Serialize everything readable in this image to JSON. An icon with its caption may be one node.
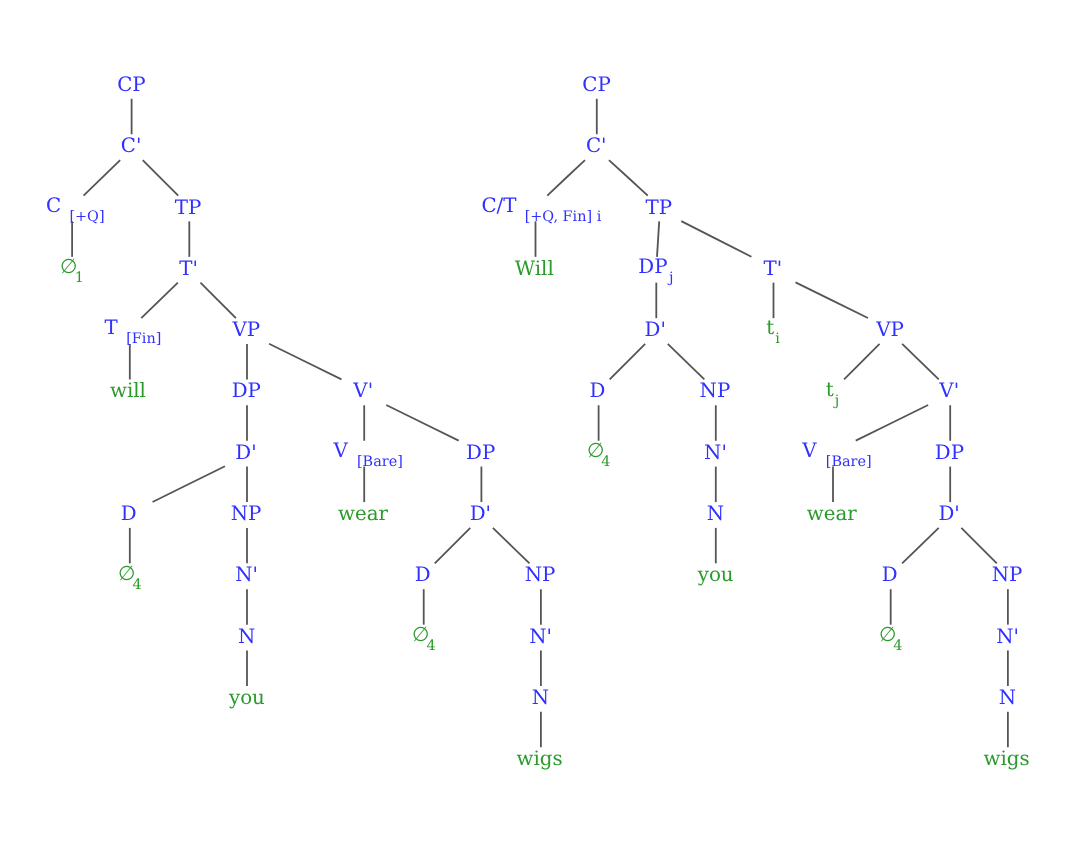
{
  "diagram": {
    "nodes": [
      {
        "text": [
          "CP"
        ]
      },
      {
        "text": [
          "C'"
        ]
      },
      {
        "text": [
          "C $_{[+Q]}$"
        ]
      },
      {
        "text": [
          "∅$_{1}$"
        ]
      },
      {
        "text": [
          "TP"
        ]
      },
      {
        "text": [
          "T'"
        ]
      },
      {
        "text": [
          "T $_{[Fin]}$"
        ]
      },
      {
        "text": [
          "will"
        ]
      },
      {
        "text": [
          "VP"
        ]
      },
      {
        "text": [
          "DP"
        ]
      },
      {
        "text": [
          "D'"
        ]
      },
      {
        "text": [
          "D"
        ]
      },
      {
        "text": [
          "∅$_{4}$"
        ]
      },
      {
        "text": [
          "NP"
        ]
      },
      {
        "text": [
          "N'"
        ]
      },
      {
        "text": [
          "N"
        ]
      },
      {
        "text": [
          "you"
        ]
      },
      {
        "text": [
          "V'"
        ]
      },
      {
        "text": [
          "V $_{[Bare]}$"
        ]
      },
      {
        "text": [
          "wear"
        ]
      },
      {
        "text": [
          "DP"
        ]
      },
      {
        "text": [
          "D'"
        ]
      },
      {
        "text": [
          "D"
        ]
      },
      {
        "text": [
          "∅$_{4}$"
        ]
      },
      {
        "text": [
          "NP"
        ]
      },
      {
        "text": [
          "N'"
        ]
      },
      {
        "text": [
          "N"
        ]
      },
      {
        "text": [
          "wigs"
        ]
      },
      {
        "text": [
          "CP"
        ]
      },
      {
        "text": [
          "C'"
        ]
      },
      {
        "text": [
          "C/T $_{[+Q, Fin] i}$"
        ]
      },
      {
        "text": [
          "Will"
        ]
      },
      {
        "text": [
          "TP"
        ]
      },
      {
        "text": [
          "DP$_{j}$"
        ]
      },
      {
        "text": [
          "D'"
        ]
      },
      {
        "text": [
          "D"
        ]
      },
      {
        "text": [
          "∅$_{4}$"
        ]
      },
      {
        "text": [
          "NP"
        ]
      },
      {
        "text": [
          "N'"
        ]
      },
      {
        "text": [
          "N"
        ]
      },
      {
        "text": [
          "you"
        ]
      },
      {
        "text": [
          "T'"
        ]
      },
      {
        "text": [
          "t$_{i}$"
        ]
      },
      {
        "text": [
          "VP"
        ]
      },
      {
        "text": [
          "t$_{j}$"
        ]
      },
      {
        "text": [
          "V'"
        ]
      },
      {
        "text": [
          "V $_{[Bare]}$"
        ]
      },
      {
        "text": [
          "wear"
        ]
      },
      {
        "text": [
          "DP"
        ]
      },
      {
        "text": [
          "D'"
        ]
      },
      {
        "text": [
          "D"
        ]
      },
      {
        "text": [
          "∅$_{4}$"
        ]
      },
      {
        "text": [
          "NP"
        ]
      },
      {
        "text": [
          "N'"
        ]
      },
      {
        "text": [
          "N"
        ]
      },
      {
        "text": [
          "wigs"
        ]
      }
    ],
    "edges": [
      {
        "from": 0,
        "to": 1,
        "arrow": "none"
      },
      {
        "from": 1,
        "to": 2,
        "arrow": "none"
      },
      {
        "from": 1,
        "to": 4,
        "arrow": "none"
      },
      {
        "from": 2,
        "to": 3,
        "arrow": "none"
      },
      {
        "from": 4,
        "to": 5,
        "arrow": "none"
      },
      {
        "from": 5,
        "to": 6,
        "arrow": "none"
      },
      {
        "from": 5,
        "to": 8,
        "arrow": "none"
      },
      {
        "from": 6,
        "to": 7,
        "arrow": "none"
      },
      {
        "from": 8,
        "to": 9,
        "arrow": "none"
      },
      {
        "from": 8,
        "to": 17,
        "arrow": "none"
      },
      {
        "from": 9,
        "to": 10,
        "arrow": "none"
      },
      {
        "from": 10,
        "to": 11,
        "arrow": "none"
      },
      {
        "from": 10,
        "to": 13,
        "arrow": "none"
      },
      {
        "from": 11,
        "to": 12,
        "arrow": "none"
      },
      {
        "from": 13,
        "to": 14,
        "arrow": "none"
      },
      {
        "from": 14,
        "to": 15,
        "arrow": "none"
      },
      {
        "from": 15,
        "to": 16,
        "arrow": "none"
      },
      {
        "from": 17,
        "to": 18,
        "arrow": "none"
      },
      {
        "from": 17,
        "to": 20,
        "arrow": "none"
      },
      {
        "from": 18,
        "to": 19,
        "arrow": "none"
      },
      {
        "from": 20,
        "to": 21,
        "arrow": "none"
      },
      {
        "from": 21,
        "to": 22,
        "arrow": "none"
      },
      {
        "from": 21,
        "to": 24,
        "arrow": "none"
      },
      {
        "from": 22,
        "to": 23,
        "arrow": "none"
      },
      {
        "from": 24,
        "to": 25,
        "arrow": "none"
      },
      {
        "from": 25,
        "to": 26,
        "arrow": "none"
      },
      {
        "from": 26,
        "to": 27,
        "arrow": "none"
      },
      {
        "from": 28,
        "to": 29,
        "arrow": "none"
      },
      {
        "from": 29,
        "to": 30,
        "arrow": "none"
      },
      {
        "from": 29,
        "to": 32,
        "arrow": "none"
      },
      {
        "from": 30,
        "to": 31,
        "arrow": "none"
      },
      {
        "from": 32,
        "to": 33,
        "arrow": "none"
      },
      {
        "from": 32,
        "to": 41,
        "arrow": "none"
      },
      {
        "from": 33,
        "to": 34,
        "arrow": "none"
      },
      {
        "from": 34,
        "to": 35,
        "arrow": "none"
      },
      {
        "from": 34,
        "to": 37,
        "arrow": "none"
      },
      {
        "from": 35,
        "to": 36,
        "arrow": "none"
      },
      {
        "from": 37,
        "to": 38,
        "arrow": "none"
      },
      {
        "from": 38,
        "to": 39,
        "arrow": "none"
      },
      {
        "from": 39,
        "to": 40,
        "arrow": "none"
      },
      {
        "from": 41,
        "to": 42,
        "arrow": "none"
      },
      {
        "from": 41,
        "to": 43,
        "arrow": "none"
      },
      {
        "from": 43,
        "to": 44,
        "arrow": "none"
      },
      {
        "from": 43,
        "to": 45,
        "arrow": "none"
      },
      {
        "from": 45,
        "to": 46,
        "arrow": "none"
      },
      {
        "from": 45,
        "to": 48,
        "arrow": "none"
      },
      {
        "from": 46,
        "to": 47,
        "arrow": "none"
      },
      {
        "from": 48,
        "to": 49,
        "arrow": "none"
      },
      {
        "from": 49,
        "to": 50,
        "arrow": "none"
      },
      {
        "from": 49,
        "to": 52,
        "arrow": "none"
      },
      {
        "from": 50,
        "to": 51,
        "arrow": "none"
      },
      {
        "from": 52,
        "to": 53,
        "arrow": "none"
      },
      {
        "from": 53,
        "to": 54,
        "arrow": "none"
      },
      {
        "from": 54,
        "to": 55,
        "arrow": "none"
      }
    ]
  }
}
